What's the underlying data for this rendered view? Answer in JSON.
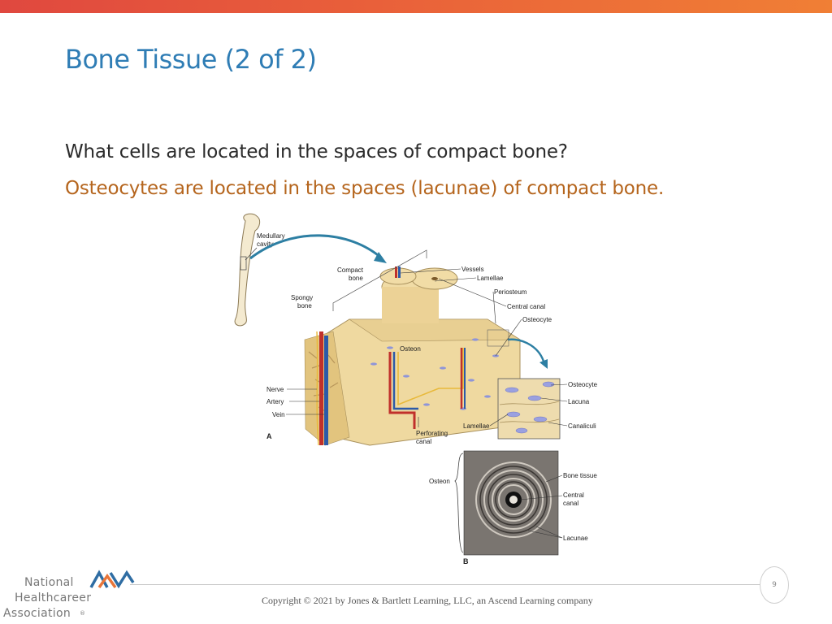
{
  "slide": {
    "title": "Bone Tissue (2 of 2)",
    "question": "What cells are located in the spaces of compact bone?",
    "answer": "Osteocytes are located in the spaces (lacunae) of compact bone.",
    "page_number": "9",
    "copyright": "Copyright © 2021 by Jones & Bartlett Learning, LLC, an Ascend Learning company"
  },
  "logo": {
    "line1": "National",
    "line2": "Healthcareer",
    "line3": "Association",
    "mark": "®"
  },
  "figure": {
    "labels": {
      "medullary": "Medullary",
      "cavity": "cavity",
      "compact": "Compact",
      "bone": "bone",
      "spongy": "Spongy",
      "spongy_bone": "bone",
      "vessels": "Vessels",
      "lamellae": "Lamellae",
      "periosteum": "Periosteum",
      "central_canal": "Central canal",
      "osteocyte": "Osteocyte",
      "osteon": "Osteon",
      "nerve": "Nerve",
      "artery": "Artery",
      "vein": "Vein",
      "panel_a": "A",
      "perforating": "Perforating",
      "canal": "canal",
      "inset_osteocyte": "Osteocyte",
      "inset_lacuna": "Lacuna",
      "inset_lamellae": "Lamellae",
      "inset_canaliculi": "Canaliculi",
      "micro_osteon": "Osteon",
      "bone_tissue": "Bone tissue",
      "micro_central": "Central",
      "micro_canal": "canal",
      "lacunae": "Lacunae",
      "panel_b": "B"
    },
    "colors": {
      "bone": "#efd9a0",
      "artery": "#c0302b",
      "vein": "#2c5aa8",
      "nerve": "#e8b93a",
      "osteocyte": "#8f95d8",
      "arrow": "#2d7fa3"
    }
  }
}
